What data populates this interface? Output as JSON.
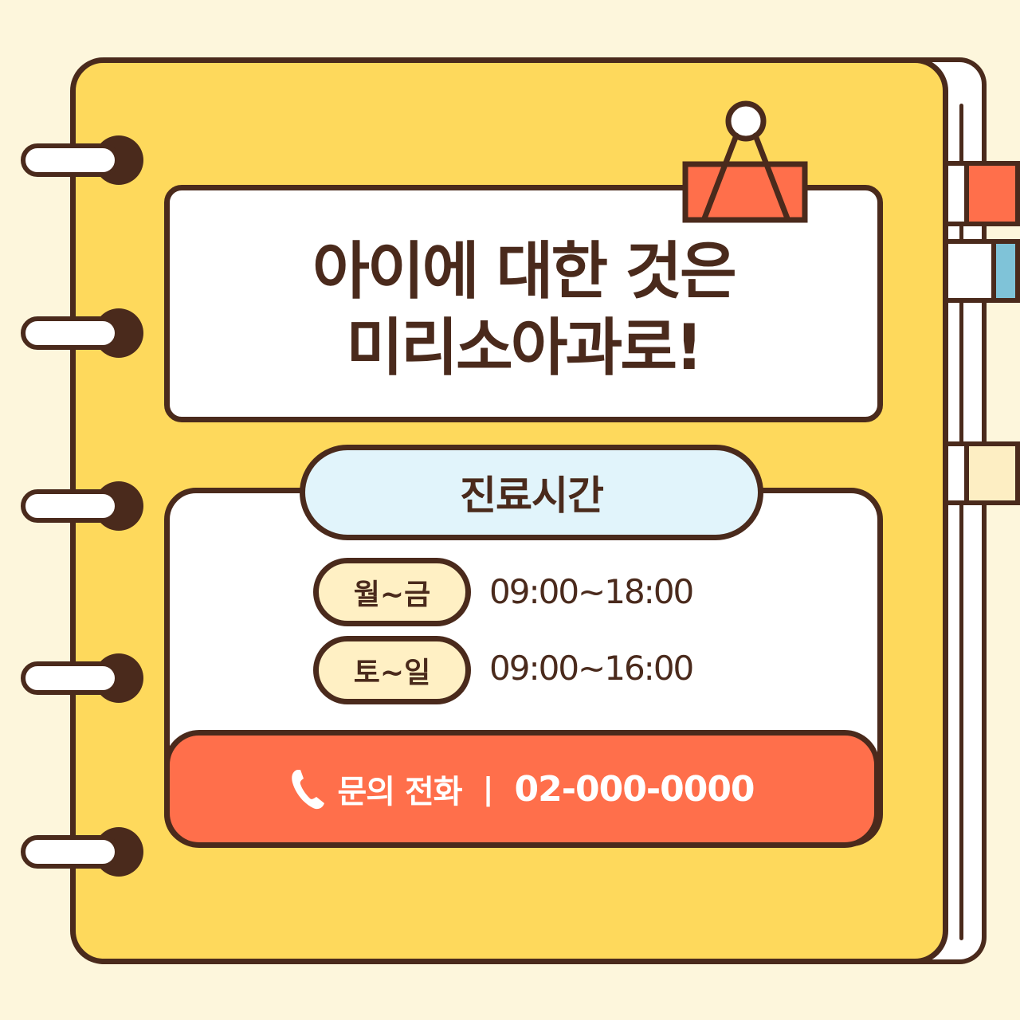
{
  "colors": {
    "background": "#fdf6dc",
    "cover": "#fed95c",
    "outline": "#4a2a1c",
    "badge": "#e1f4fb",
    "day_pill": "#fff0c4",
    "phone_bar": "#ff6f4b",
    "tab_red": "#ff6f4b",
    "tab_blue": "#7fc3d8",
    "tab_cream": "#fdeec3"
  },
  "title": {
    "line1": "아이에 대한 것은",
    "line2": "미리소아과로!"
  },
  "hours": {
    "heading": "진료시간",
    "rows": [
      {
        "days": "월~금",
        "time": "09:00~18:00"
      },
      {
        "days": "토~일",
        "time": "09:00~16:00"
      }
    ]
  },
  "contact": {
    "icon": "phone-icon",
    "label": "문의 전화",
    "separator": "|",
    "number": "02-000-0000"
  }
}
